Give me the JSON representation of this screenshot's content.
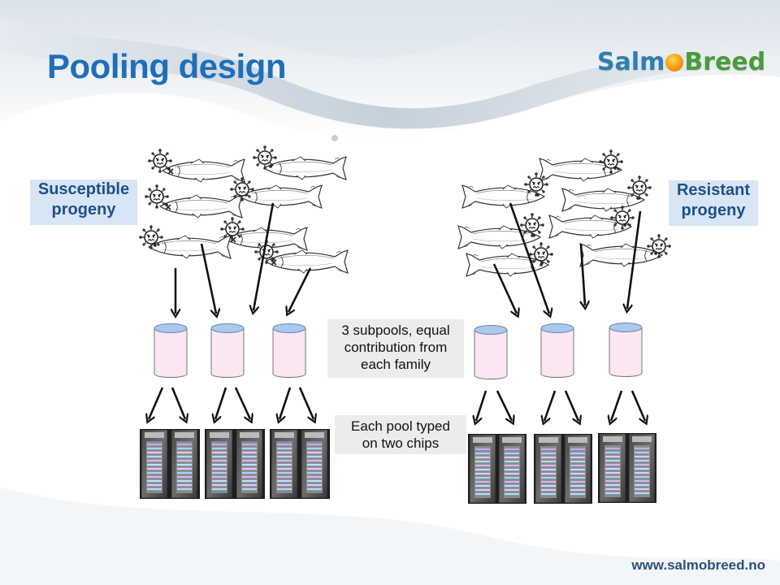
{
  "slide": {
    "title": "Pooling design",
    "logo": {
      "part1": "Salm",
      "part2": "Breed",
      "icon": "orange-ball-icon"
    },
    "footer_url": "www.salmobreed.no"
  },
  "groups": {
    "susceptible_label_line1": "Susceptible",
    "susceptible_label_line2": "progeny",
    "resistant_label_line1": "Resistant",
    "resistant_label_line2": "progeny"
  },
  "notes": {
    "subpools_line1": "3 subpools, equal",
    "subpools_line2": "contribution from",
    "subpools_line3": "each family",
    "chips_line1": "Each pool typed",
    "chips_line2": "on two chips"
  },
  "colors": {
    "title": "#1f6fb8",
    "label_bg": "#d8e5f4",
    "label_text": "#1f4f8a",
    "note_bg": "#ececec",
    "cylinder_body": "#fbe6f4",
    "cylinder_top": "#a9c9ee"
  },
  "icons": [
    "salmon-icon",
    "virus-icon",
    "cylinder-pool-icon",
    "genotyping-chip-icon",
    "arrow-icon"
  ]
}
